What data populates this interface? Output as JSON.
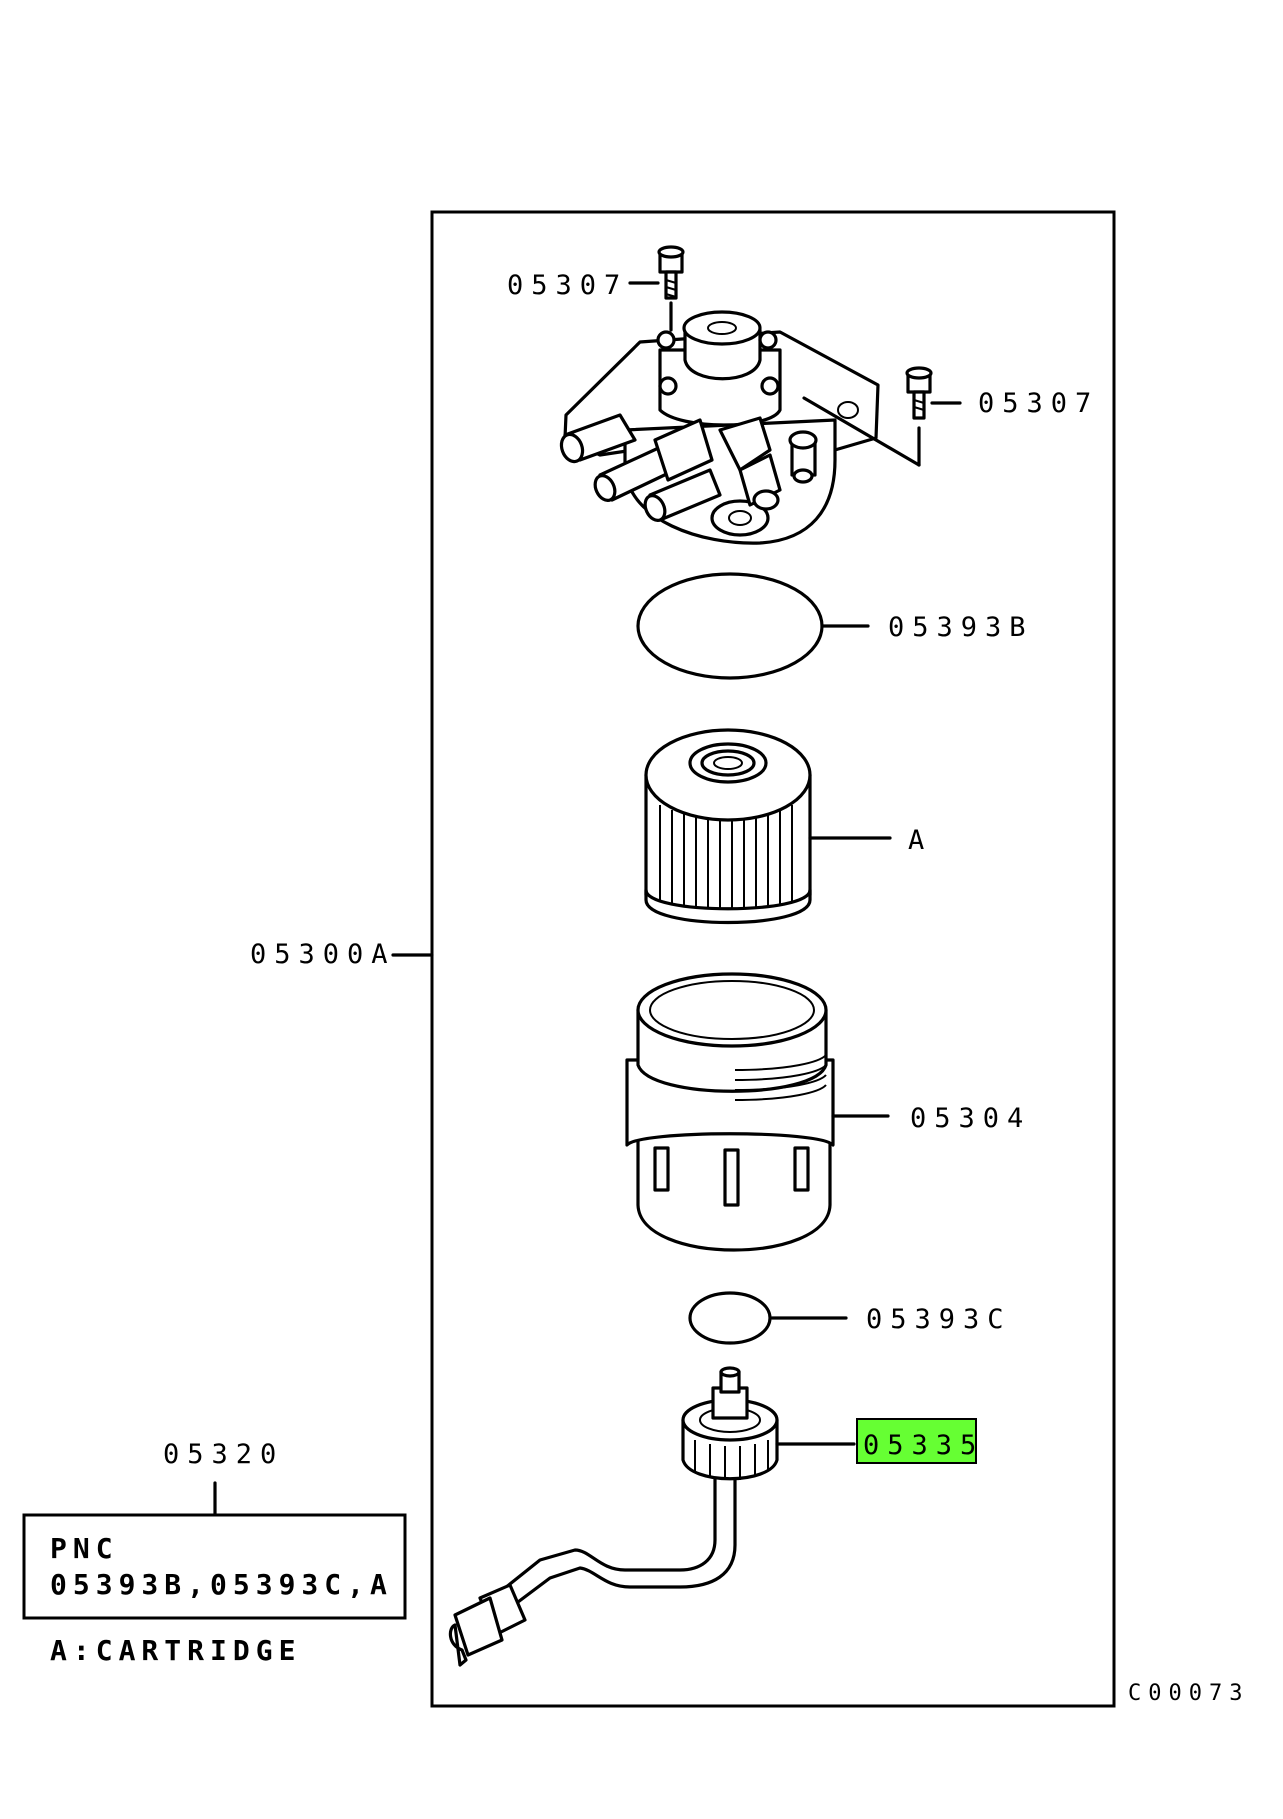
{
  "labels": {
    "bolt_top": "05307",
    "bolt_right": "05307",
    "gasket_b": "05393B",
    "cartridge": "A",
    "assembly": "05300A",
    "case": "05304",
    "gasket_c": "05393C",
    "sensor": "05335",
    "kit": "05320"
  },
  "kit_box": {
    "line1": "PNC",
    "line2": "05393B,05393C,A"
  },
  "note": "A:CARTRIDGE",
  "figure_code": "C00073",
  "highlight_color": "#66ff33"
}
